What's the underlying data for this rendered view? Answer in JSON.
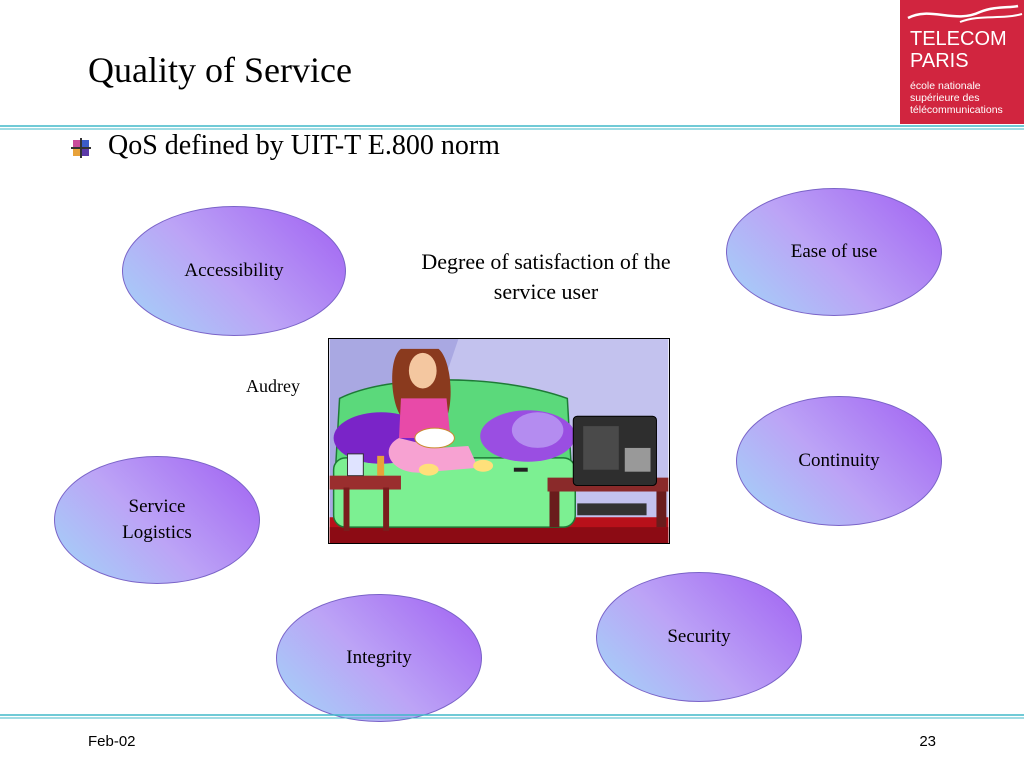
{
  "slide": {
    "title": "Quality of Service",
    "bullet": "QoS defined by UIT-T E.800 norm",
    "center_text": "Degree of satisfaction of the service user",
    "person_label": "Audrey",
    "footer": {
      "date": "Feb-02",
      "page": "23"
    }
  },
  "logo": {
    "line1": "TELECOM",
    "line2": "PARIS",
    "line3": "école nationale",
    "line4": "supérieure des",
    "line5": "télécommunications",
    "color": "#d1253f"
  },
  "colors": {
    "rule": "#40b8c8",
    "ellipse_light": "#a0d6f8",
    "ellipse_dark": "#a060f2"
  },
  "icons": {
    "bullet": "multicolor-square-bullet-icon",
    "illustration": "woman-watching-tv-illustration"
  },
  "criteria": [
    {
      "id": "accessibility",
      "label": "Accessibility"
    },
    {
      "id": "ease-of-use",
      "label": "Ease of use"
    },
    {
      "id": "continuity",
      "label": "Continuity"
    },
    {
      "id": "service-logistics",
      "label": "Service Logistics"
    },
    {
      "id": "security",
      "label": "Security"
    },
    {
      "id": "integrity",
      "label": "Integrity"
    }
  ]
}
